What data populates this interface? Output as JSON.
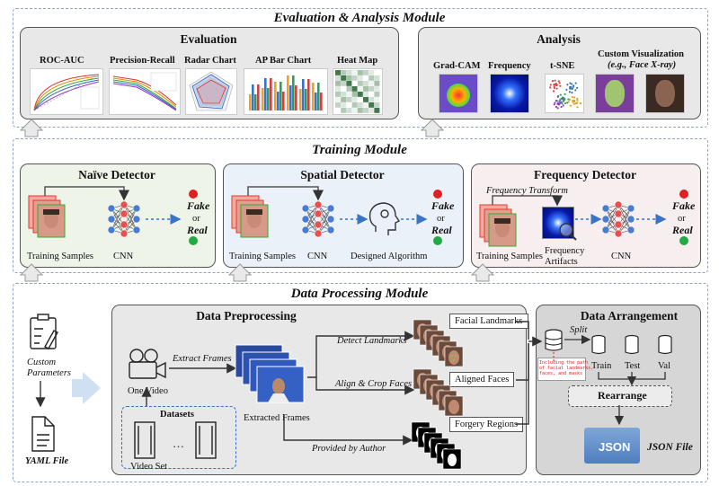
{
  "eval_module": {
    "title": "Evaluation & Analysis Module",
    "evaluation": {
      "title": "Evaluation",
      "charts": [
        "ROC-AUC",
        "Precision-Recall",
        "Radar Chart",
        "AP Bar Chart",
        "Heat Map"
      ]
    },
    "analysis": {
      "title": "Analysis",
      "items": [
        "Grad-CAM",
        "Frequency",
        "t-SNE"
      ],
      "custom_label_line1": "Custom Visualization",
      "custom_label_line2": "(e.g., Face X-ray)"
    }
  },
  "training_module": {
    "title": "Training Module",
    "naive": {
      "title": "Naïve Detector",
      "samples": "Training Samples",
      "cnn": "CNN"
    },
    "spatial": {
      "title": "Spatial Detector",
      "samples": "Training Samples",
      "cnn": "CNN",
      "algo": "Designed Algorithm"
    },
    "frequency": {
      "title": "Frequency Detector",
      "transform": "Frequency Transform",
      "samples": "Training Samples",
      "artifacts_line1": "Frequency",
      "artifacts_line2": "Artifacts",
      "cnn": "CNN"
    },
    "fake": "Fake",
    "or": "or",
    "real": "Real"
  },
  "data_module": {
    "title": "Data Processing Module",
    "custom_params_line1": "Custom",
    "custom_params_line2": "Parameters",
    "yaml": "YAML File",
    "preprocessing": {
      "title": "Data Preprocessing",
      "extract_frames": "Extract Frames",
      "one_video": "One Video",
      "datasets": "Datasets",
      "ellipsis": "…",
      "video_set": "Video Set",
      "extracted_frames": "Extracted Frames",
      "detect_landmarks": "Detect Landmarks",
      "align_crop": "Align & Crop Faces",
      "provided_by_author": "Provided by Author",
      "facial_landmarks": "Facial Landmarks",
      "aligned_faces": "Aligned Faces",
      "forgery_regions": "Forgery Regions"
    },
    "arrangement": {
      "title": "Data Arrangement",
      "split": "Split",
      "train": "Train",
      "test": "Test",
      "val": "Val",
      "note_line1": "Including the path",
      "note_line2": "of facial landmarks,",
      "note_line3": "faces, and masks",
      "rearrange": "Rearrange",
      "json": "JSON",
      "json_file": "JSON File"
    }
  },
  "colors": {
    "panel_gray": "#e6e6e6",
    "naive_bg": "#eef5e8",
    "spatial_bg": "#eaf1f8",
    "frequency_bg": "#f7eef0",
    "arrow_blue": "#3a74c4",
    "fake_red": "#e02020",
    "real_green": "#22aa44"
  }
}
